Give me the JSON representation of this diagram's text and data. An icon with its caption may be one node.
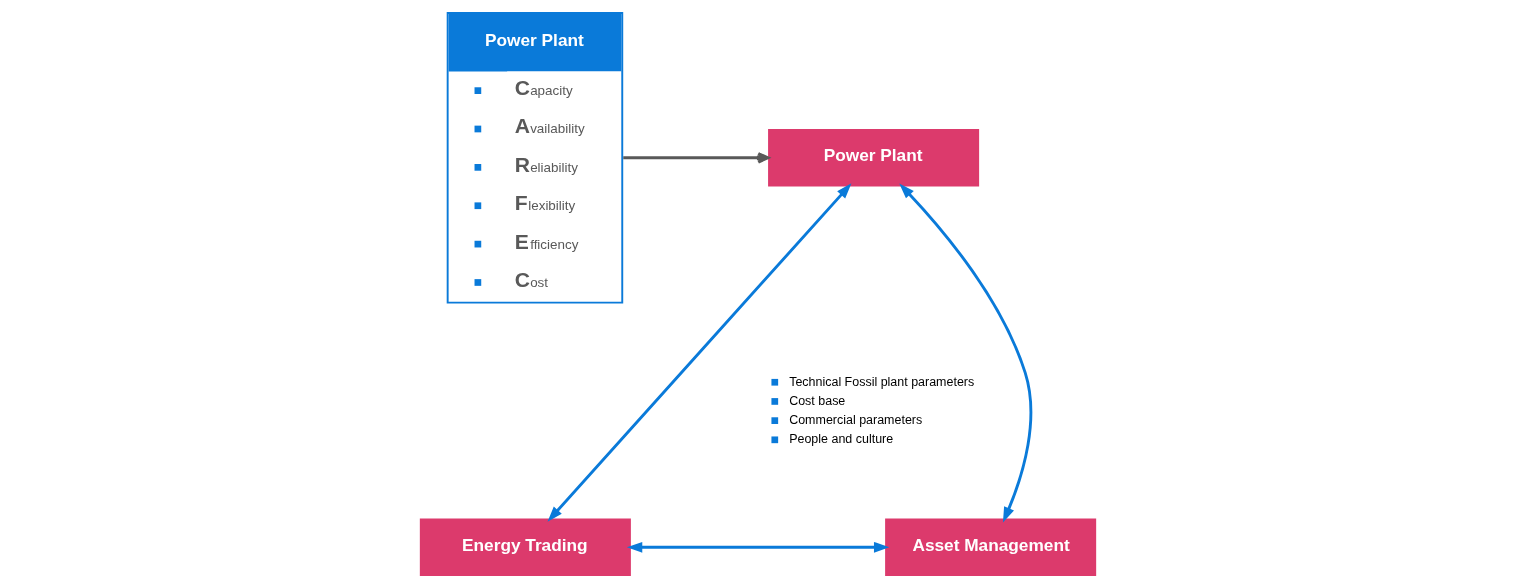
{
  "diagram": {
    "nodes": [
      {
        "text": [
          "Power Plant",
          "**C**apacity",
          "**A**vailability",
          "**R**eliability",
          "**F**lexibility",
          "**E**fficiency",
          "**C**ost"
        ]
      },
      {
        "text": [
          "Power Plant"
        ],
        "beside": [
          "Technical Fossil plant parameters",
          "Cost base",
          "Commercial parameters",
          "People and culture"
        ]
      },
      {
        "text": [
          "Energy Trading"
        ]
      },
      {
        "text": [
          "Asset Management"
        ]
      }
    ],
    "edges": [
      {
        "from": 0,
        "to": 1,
        "arrow": "to",
        "color": "#595959"
      },
      {
        "from": 1,
        "to": 2,
        "arrow": "both"
      },
      {
        "from": 1,
        "to": 3,
        "arrow": "both"
      },
      {
        "from": 2,
        "to": 3,
        "arrow": "both"
      }
    ]
  }
}
